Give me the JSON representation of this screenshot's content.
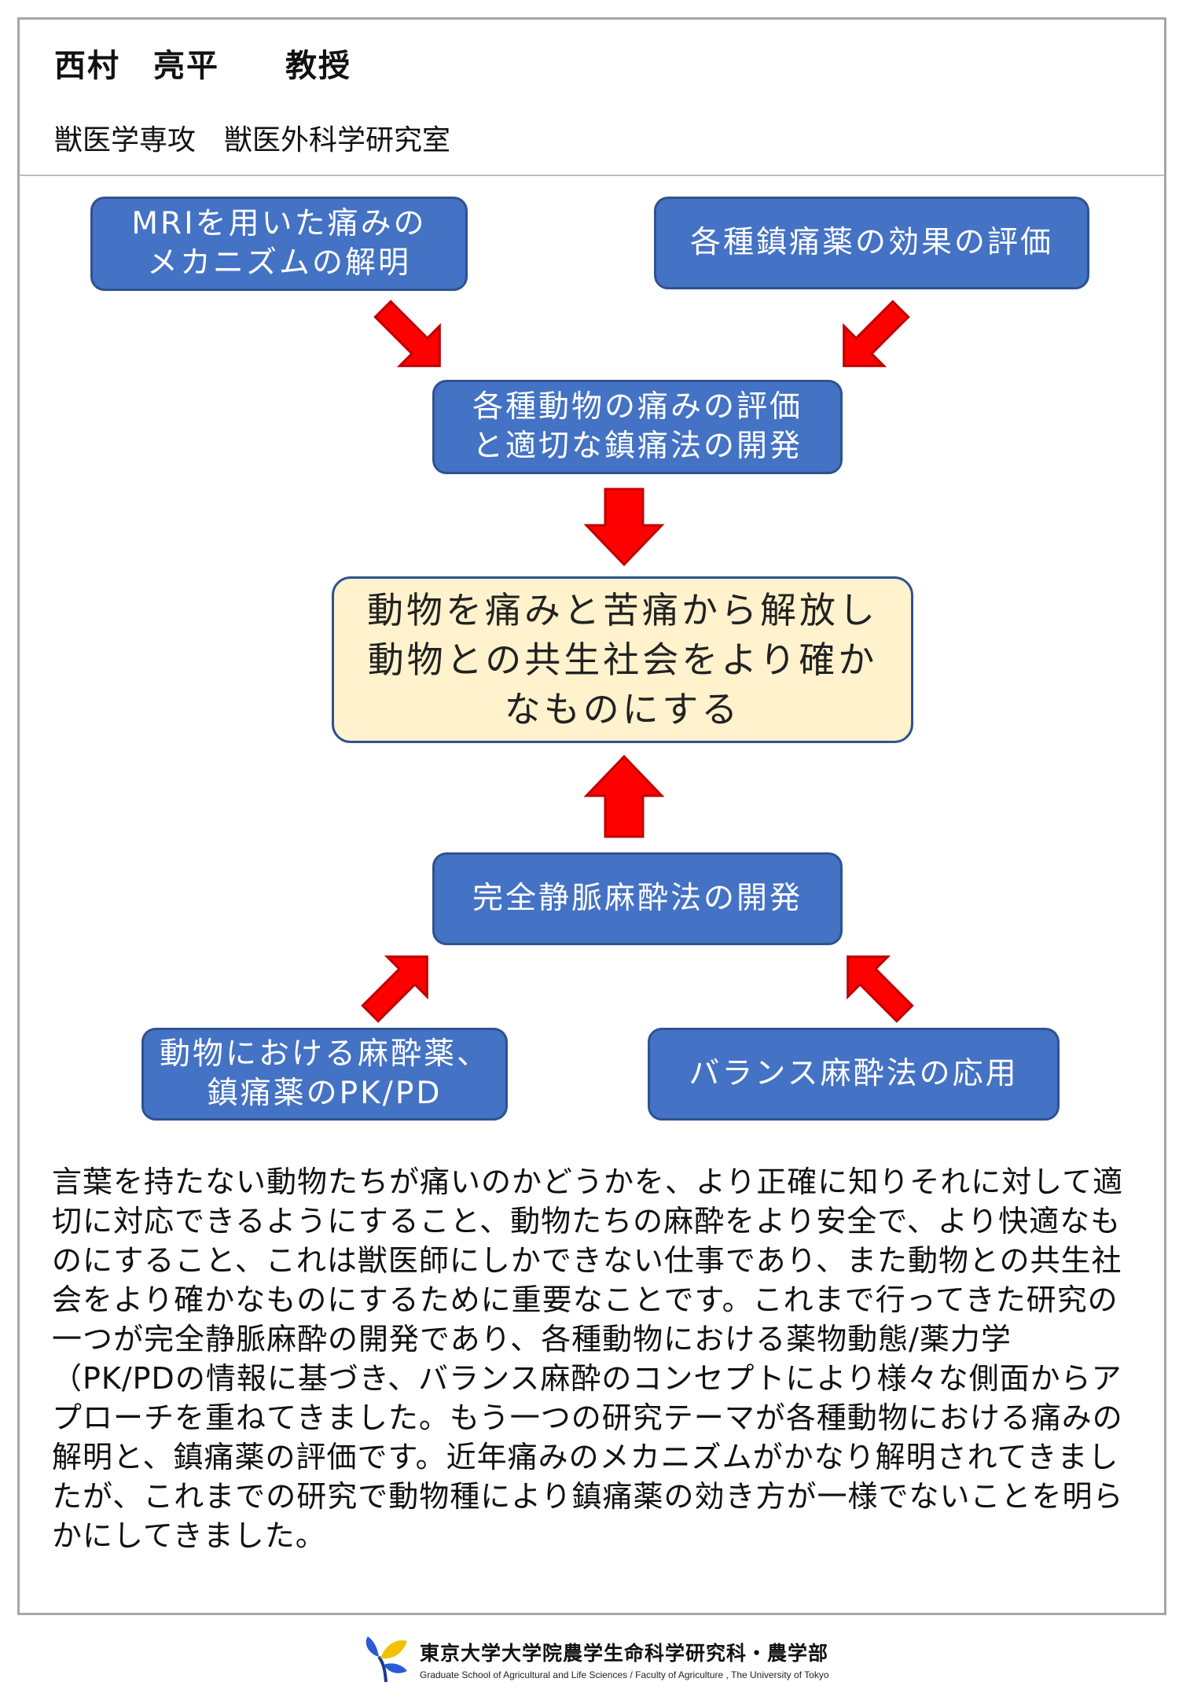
{
  "header": {
    "name": "西村　亮平　　教授",
    "department": "獣医学専攻　獣医外科学研究室"
  },
  "diagram": {
    "box_mri": "MRIを用いた痛みの\nメカニズムの解明",
    "box_analgesics": "各種鎮痛薬の効果の評価",
    "box_pain_eval": "各種動物の痛みの評価\nと適切な鎮痛法の開発",
    "box_goal": "動物を痛みと苦痛から解放し\n動物との共生社会をより確か\nなものにする",
    "box_tiva": "完全静脈麻酔法の開発",
    "box_pkpd": "動物における麻酔薬、\n鎮痛薬のPK/PD",
    "box_balance": "バランス麻酔法の応用",
    "colors": {
      "box_fill": "#4472c4",
      "box_border": "#2f528f",
      "goal_fill": "#fff2cc",
      "arrow": "#ff0000"
    }
  },
  "body_text": "言葉を持たない動物たちが痛いのかどうかを、より正確に知りそれに対して適切に対応できるようにすること、動物たちの麻酔をより安全で、より快適なものにすること、これは獣医師にしかできない仕事であり、また動物との共生社会をより確かなものにするために重要なことです。これまで行ってきた研究の一つが完全静脈麻酔の開発であり、各種動物における薬物動態/薬力学（PK/PDの情報に基づき、バランス麻酔のコンセプトにより様々な側面からアプローチを重ねてきました。もう一つの研究テーマが各種動物における痛みの解明と、鎮痛薬の評価です。近年痛みのメカニズムがかなり解明されてきましたが、これまでの研究で動物種により鎮痛薬の効き方が一様でないことを明らかにしてきました。",
  "footer": {
    "org_ja": "東京大学大学院農学生命科学研究科・農学部",
    "org_en": "Graduate School of Agricultural and Life Sciences / Faculty of Agriculture , The University of Tokyo",
    "logo_icon": "ginkgo-logo-icon"
  }
}
